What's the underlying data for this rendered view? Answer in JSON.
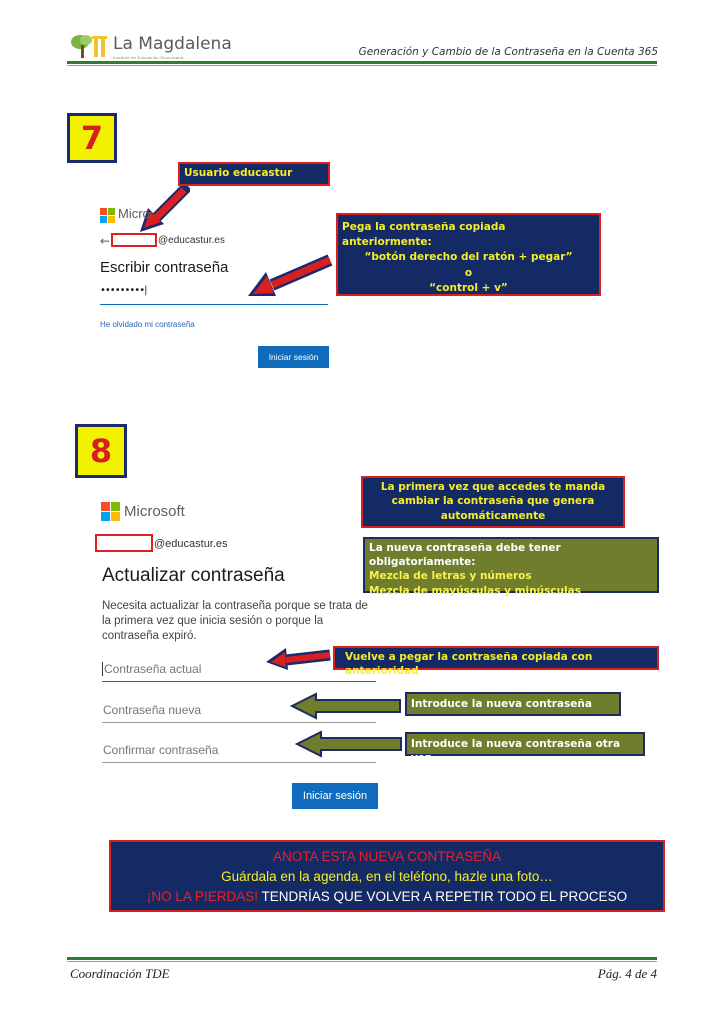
{
  "header": {
    "logo_name": "La Magdalena",
    "logo_subtitle": "Instituto de Educación Secundaria",
    "title": "Generación y Cambio de la Contraseña en la Cuenta 365"
  },
  "step7": {
    "number": "7",
    "callout_user": "Usuario educastur",
    "callout_paste": [
      "Pega la contraseña copiada anteriormente:",
      "“botón derecho del ratón + pegar”",
      "o",
      "“control + v”"
    ],
    "ms_brand": "Microsoft",
    "back_arrow": "←",
    "email_suffix": "@educastur.es",
    "heading": "Escribir contraseña",
    "password_mask": "•••••••••|",
    "forgot_link": "He olvidado mi contraseña",
    "signin_button": "Iniciar sesión"
  },
  "step8": {
    "number": "8",
    "callout_first": [
      "La primera vez que accedes te manda",
      "cambiar la contraseña que genera",
      "automáticamente"
    ],
    "callout_rules_title": "La nueva contraseña debe tener obligatoriamente:",
    "callout_rules": [
      "Mezcla de letras y números",
      "Mezcla de mayúsculas y minúsculas"
    ],
    "ms_brand": "Microsoft",
    "email_suffix": "@educastur.es",
    "heading": "Actualizar contraseña",
    "description": "Necesita actualizar la contraseña porque se trata de la primera vez que inicia sesión o porque la contraseña expiró.",
    "fields": [
      {
        "placeholder": "Contraseña actual"
      },
      {
        "placeholder": "Contraseña nueva"
      },
      {
        "placeholder": "Confirmar contraseña"
      }
    ],
    "callout_current": "Vuelve a pegar la contraseña copiada con anterioridad",
    "callout_new": "Introduce la nueva contraseña",
    "callout_confirm": "Introduce la nueva contraseña otra vez",
    "signin_button": "Iniciar sesión"
  },
  "notice": {
    "line1": "ANOTA ESTA NUEVA CONTRASEÑA",
    "line2": "Guárdala en la agenda, en el teléfono, hazle una foto…",
    "line3_red": "¡NO LA PIERDAS!",
    "line3_white": " TENDRÍAS QUE VOLVER A REPETIR TODO EL PROCESO"
  },
  "footer": {
    "left": "Coordinación TDE",
    "right": "Pág. 4 de 4"
  },
  "colors": {
    "navy": "#142a64",
    "callout_red_border": "#d82020",
    "callout_yellow_text": "#f6ee2a",
    "olive": "#6f7d2c",
    "step_yellow": "#f2f200",
    "step_red": "#d81e1e",
    "ms_blue_button": "#0f6cbd",
    "rule_green": "#2e7d32"
  },
  "icons": [
    "tree-logo-icon",
    "microsoft-logo-icon",
    "back-arrow-icon",
    "red-arrow-icon",
    "olive-arrow-icon"
  ]
}
